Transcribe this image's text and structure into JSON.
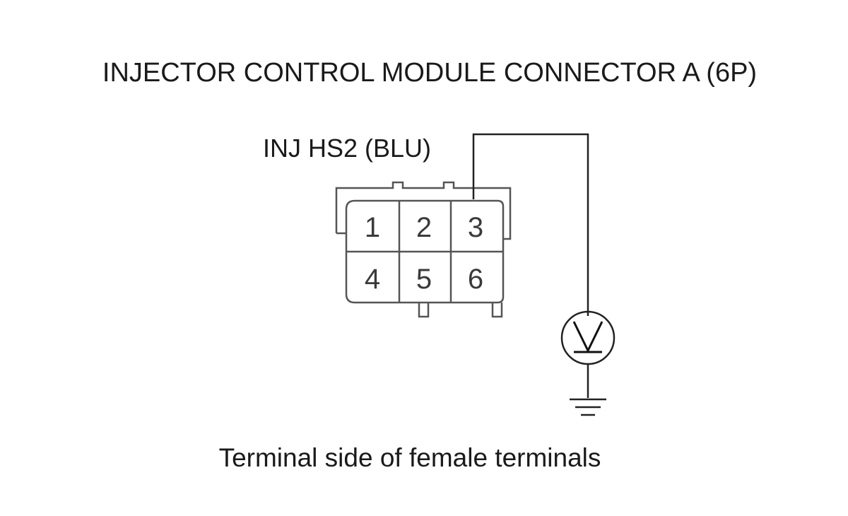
{
  "title": "INJECTOR CONTROL MODULE CONNECTOR A (6P)",
  "wire_label": "INJ HS2 (BLU)",
  "caption": "Terminal side of female terminals",
  "connector": {
    "pins": [
      {
        "number": "1"
      },
      {
        "number": "2"
      },
      {
        "number": "3"
      },
      {
        "number": "4"
      },
      {
        "number": "5"
      },
      {
        "number": "6"
      }
    ],
    "probed_pin": "3"
  },
  "meter": {
    "symbol": "V",
    "icon": "voltmeter-icon"
  },
  "ground": {
    "icon": "ground-icon"
  }
}
